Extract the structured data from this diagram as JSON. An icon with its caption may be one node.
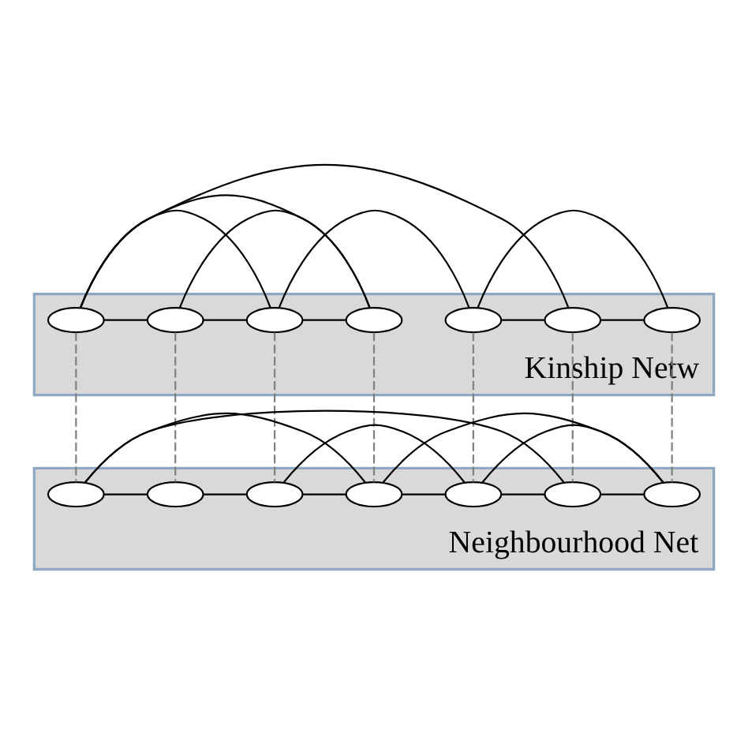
{
  "diagram": {
    "nodes": [
      {
        "text": [
          "Kinship Netw"
        ]
      },
      {
        "text": [],
        "shape": "ellipse",
        "in": 0
      },
      {
        "text": [],
        "shape": "ellipse",
        "in": 0
      },
      {
        "text": [],
        "shape": "ellipse",
        "in": 0
      },
      {
        "text": [],
        "shape": "ellipse",
        "in": 0
      },
      {
        "text": [],
        "shape": "ellipse",
        "in": 0
      },
      {
        "text": [],
        "shape": "ellipse",
        "in": 0
      },
      {
        "text": [],
        "shape": "ellipse",
        "in": 0
      },
      {
        "text": [
          "Neighbourhood Net"
        ]
      },
      {
        "text": [],
        "shape": "ellipse",
        "in": 8
      },
      {
        "text": [],
        "shape": "ellipse",
        "in": 8
      },
      {
        "text": [],
        "shape": "ellipse",
        "in": 8
      },
      {
        "text": [],
        "shape": "ellipse",
        "in": 8
      },
      {
        "text": [],
        "shape": "ellipse",
        "in": 8
      },
      {
        "text": [],
        "shape": "ellipse",
        "in": 8
      },
      {
        "text": [],
        "shape": "ellipse",
        "in": 8
      }
    ],
    "edges": [
      {
        "from": 1,
        "to": 3,
        "arrow": "none"
      },
      {
        "from": 1,
        "to": 2,
        "arrow": "none"
      },
      {
        "from": 3,
        "to": 2,
        "arrow": "none"
      },
      {
        "from": 2,
        "to": 7,
        "arrow": "none"
      },
      {
        "from": 3,
        "to": 5,
        "arrow": "none"
      },
      {
        "from": 4,
        "to": 7,
        "arrow": "none"
      },
      {
        "from": 4,
        "to": 5,
        "arrow": "none"
      },
      {
        "from": 4,
        "to": 6,
        "arrow": "none"
      },
      {
        "from": 5,
        "to": 6,
        "arrow": "none"
      },
      {
        "from": 5,
        "to": 7,
        "arrow": "none"
      },
      {
        "from": 6,
        "to": 7,
        "arrow": "none"
      },
      {
        "from": 9,
        "to": 12,
        "arrow": "none"
      },
      {
        "from": 9,
        "to": 11,
        "arrow": "none"
      },
      {
        "from": 9,
        "to": 10,
        "arrow": "none"
      },
      {
        "from": 11,
        "to": 10,
        "arrow": "none"
      },
      {
        "from": 11,
        "to": 12,
        "arrow": "none"
      },
      {
        "from": 11,
        "to": 13,
        "arrow": "none"
      },
      {
        "from": 12,
        "to": 15,
        "arrow": "none"
      },
      {
        "from": 12,
        "to": 13,
        "arrow": "none"
      },
      {
        "from": 10,
        "to": 15,
        "arrow": "none"
      },
      {
        "from": 13,
        "to": 14,
        "arrow": "none"
      },
      {
        "from": 14,
        "to": 15,
        "arrow": "none"
      },
      {
        "from": 1,
        "to": 9,
        "arrow": "none",
        "style": "dashed",
        "color": "#808080"
      },
      {
        "from": 2,
        "to": 10,
        "arrow": "none",
        "style": "dashed",
        "color": "#808080"
      },
      {
        "from": 3,
        "to": 11,
        "arrow": "none",
        "style": "dashed",
        "color": "#808080"
      },
      {
        "from": 4,
        "to": 12,
        "arrow": "none",
        "style": "dashed",
        "color": "#808080"
      },
      {
        "from": 5,
        "to": 13,
        "arrow": "none",
        "style": "dashed",
        "color": "#808080"
      },
      {
        "from": 6,
        "to": 14,
        "arrow": "none",
        "style": "dashed",
        "color": "#808080"
      },
      {
        "from": 7,
        "to": 15,
        "arrow": "none",
        "style": "dashed",
        "color": "#808080"
      }
    ]
  }
}
